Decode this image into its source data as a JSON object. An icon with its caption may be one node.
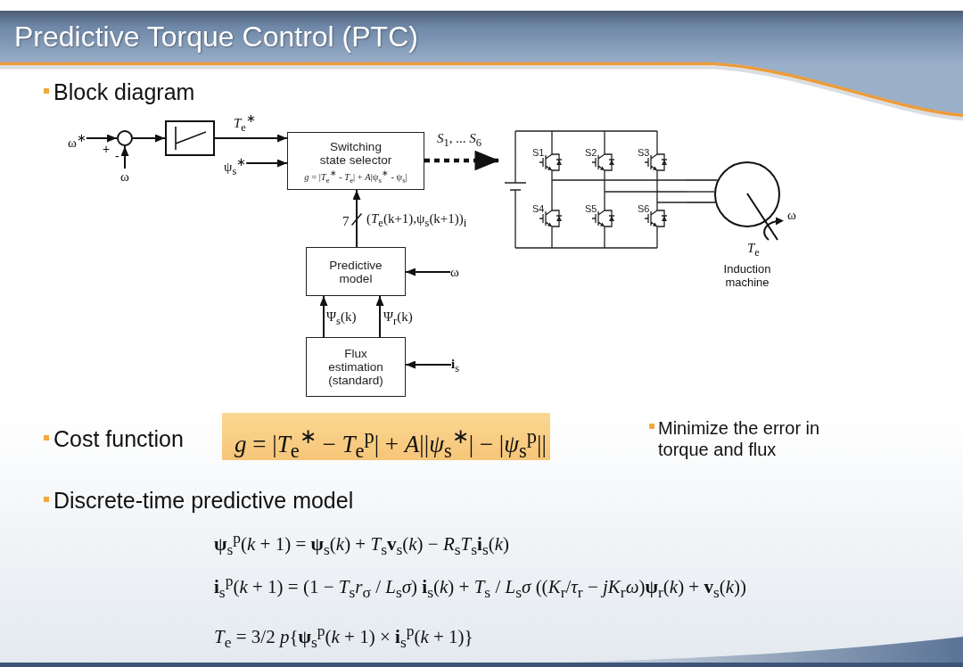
{
  "diagram": {
    "title": "Predictive Torque Control (PTC)",
    "nodes": [
      {
        "text": [
          "ω$^{∗}$"
        ]
      },
      {
        "text": [],
        "shape": "circle"
      },
      {
        "text": [
          "ω"
        ]
      },
      {
        "text": [],
        "shape": "box"
      },
      {
        "text": [
          "ψ$_{s}$$^{∗}$"
        ]
      },
      {
        "text": [
          "Switching state selector",
          "*g* = |*T*$_{e}$$^{∗}$ - *T*$_{e}$| + *A*|ψ$_{s}$$^{∗}$ - ψ$_{s}$|"
        ]
      },
      {
        "text": [
          "S1",
          "S2",
          "S3",
          "S4",
          "S5",
          "S6"
        ]
      },
      {
        "text": [],
        "shape": "circle",
        "beside": [
          "ω",
          "*T*$_{e}$",
          "Induction machine"
        ]
      },
      {
        "text": [
          "Predictive model"
        ]
      },
      {
        "text": [
          "ω"
        ]
      },
      {
        "text": [
          "Flux estimation (standard)"
        ]
      },
      {
        "text": [
          "**i**$_{s}$"
        ]
      }
    ],
    "edges": [
      {
        "from": 0,
        "to": 1,
        "arrow": "to"
      },
      {
        "from": 2,
        "to": 1,
        "arrow": "to"
      },
      {
        "from": 1,
        "to": 3,
        "arrow": "to"
      },
      {
        "from": 3,
        "to": 5,
        "arrow": "to",
        "label": "*T*$_{e}$$^{∗}$"
      },
      {
        "from": 4,
        "to": 5,
        "arrow": "to"
      },
      {
        "from": 5,
        "to": 6,
        "arrow": "to",
        "label": "*S*$_{1}$, ... *S*$_{6}$",
        "style": "dashed"
      },
      {
        "from": 6,
        "to": 7,
        "arrow": "none"
      },
      {
        "from": 6,
        "to": 7,
        "arrow": "none"
      },
      {
        "from": 6,
        "to": 7,
        "arrow": "none"
      },
      {
        "from": 8,
        "to": 5,
        "arrow": "to",
        "label": "(*T*$_{e}$(k+1),ψ$_{s}$(k+1))$_{i}$"
      },
      {
        "from": 9,
        "to": 8,
        "arrow": "to"
      },
      {
        "from": 10,
        "to": 8,
        "arrow": "to",
        "label": "Ψ$_{s}$(k)"
      },
      {
        "from": 10,
        "to": 8,
        "arrow": "to",
        "label": "Ψ$_{r}$(k)"
      },
      {
        "from": 11,
        "to": 10,
        "arrow": "to"
      }
    ],
    "labels": [
      "Block diagram",
      "+",
      "-",
      "7",
      "Cost function",
      "*g* = |*T*$_{e}$$^{∗}$ − *T*$_{e}$$^{p}$| + *A*||*ψ*$_{s}$$^{∗}$| − |*ψ*$_{s}$$^{p}$||",
      "Minimize the error in torque and flux",
      "Discrete-time predictive model",
      "**ψ**$_{s}$$^{p}$(*k* + 1) = **ψ**$_{s}$(*k*) + *T*$_{s}$**v**$_{s}$(*k*) − *R*$_{s}$*T*$_{s}$**i**$_{s}$(*k*)",
      "**i**$_{s}$$^{p}$(*k* + 1) = (1 − *T*$_{s}$*r*$_{σ}$ / *L*$_{s}$*σ*) **i**$_{s}$(*k*) + *T*$_{s}$ / *L*$_{s}$*σ* ((*K*$_{r}$/*τ*$_{r}$ − *jK*$_{r}$*ω*)**ψ**$_{r}$(*k*) + **v**$_{s}$(*k*))",
      "*T*$_{e}$ = 3/2 *p*{**ψ**$_{s}$$^{p}$(*k* + 1) × **i**$_{s}$$^{p}$(*k* + 1)}"
    ]
  }
}
